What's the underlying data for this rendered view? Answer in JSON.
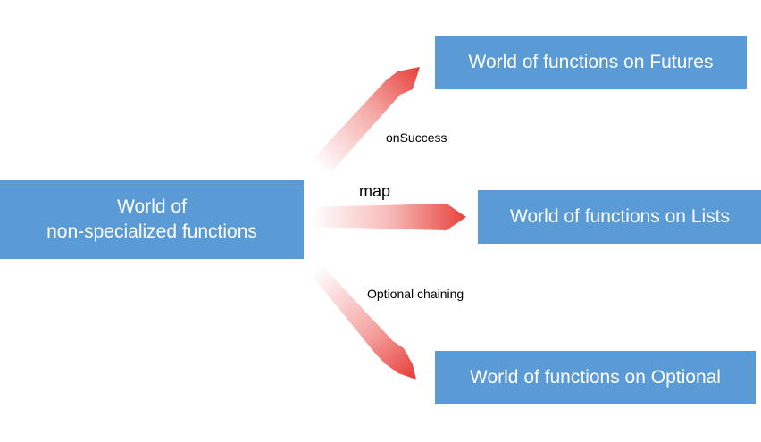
{
  "nodes": {
    "source": {
      "line1": "World of",
      "line2": "non-specialized functions"
    },
    "futures": {
      "label": "World of functions on Futures"
    },
    "lists": {
      "label": "World of functions on Lists"
    },
    "optional": {
      "label": "World of functions on Optional"
    }
  },
  "edges": {
    "futures": {
      "label": "onSuccess"
    },
    "lists": {
      "label": "map"
    },
    "optional": {
      "label": "Optional chaining"
    }
  },
  "colors": {
    "box_fill": "#5b9bd5",
    "box_text": "#ffffff",
    "arrow": "#e8413c"
  }
}
